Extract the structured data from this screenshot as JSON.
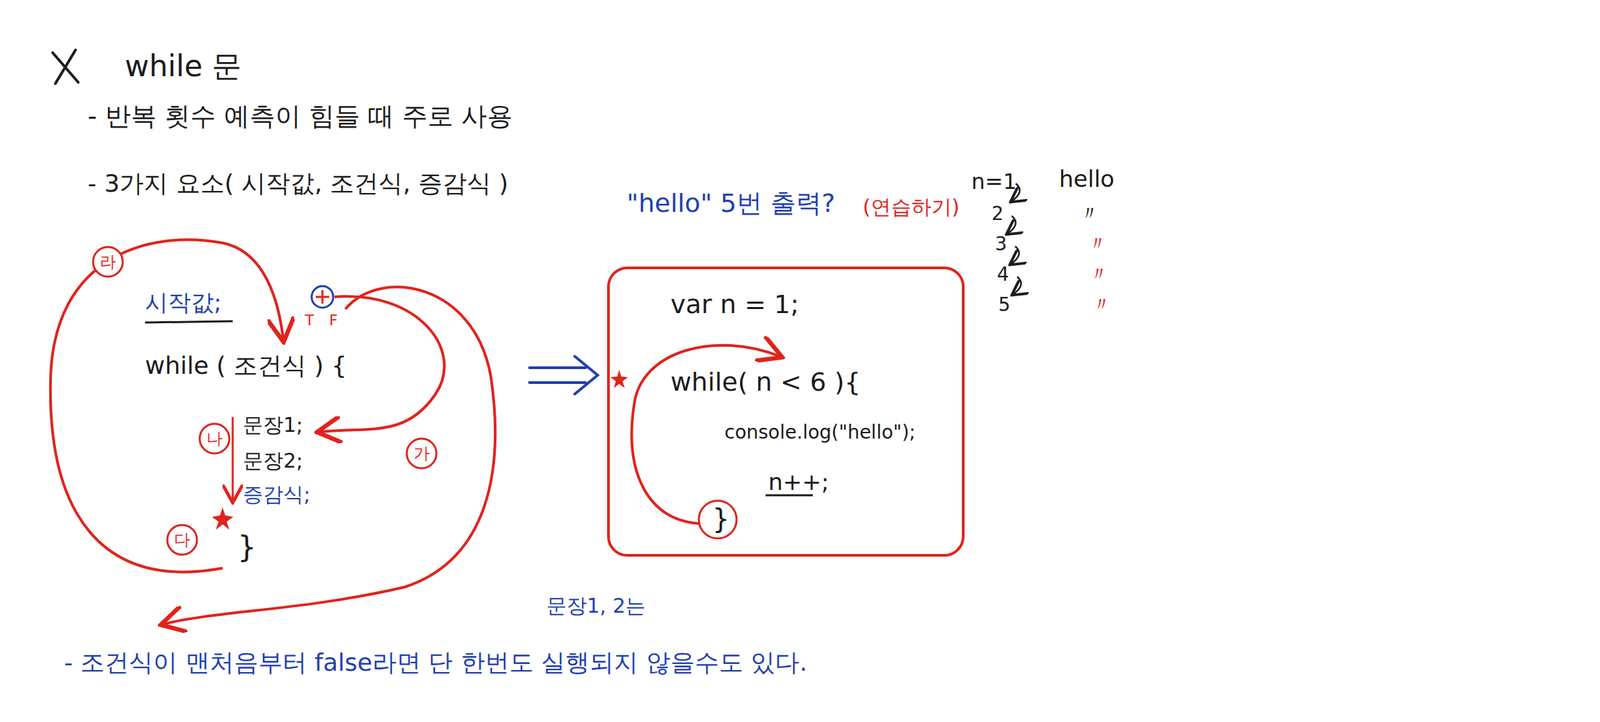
{
  "diagram": {
    "title": "while 문",
    "nodes": [
      {
        "text": [
          "\"hello\" 5번 출력?",
          "(연습하기)",
          "var n = 1;",
          "while( n < 6 ){",
          "console.log(\"hello\");",
          "n++;",
          "}"
        ]
      }
    ],
    "labels": [
      "- 반복 횟수 예측이 힘들 때 주로 사용",
      "- 3가지 요소( 시작값, 조건식, 증감식 )",
      "시작값;",
      "while ( 조건식 ) {",
      "문장1;",
      "문장2;",
      "증감식;",
      "}",
      "라",
      "나",
      "가",
      "다",
      "T",
      "F",
      "n=1",
      "2",
      "3",
      "4",
      "5",
      "hello",
      "〃",
      "〃",
      "〃",
      "〃",
      "문장1, 2는",
      "- 조건식이 맨처음부터 false라면 단 한번도 실행되지 않을수도 있다."
    ]
  }
}
